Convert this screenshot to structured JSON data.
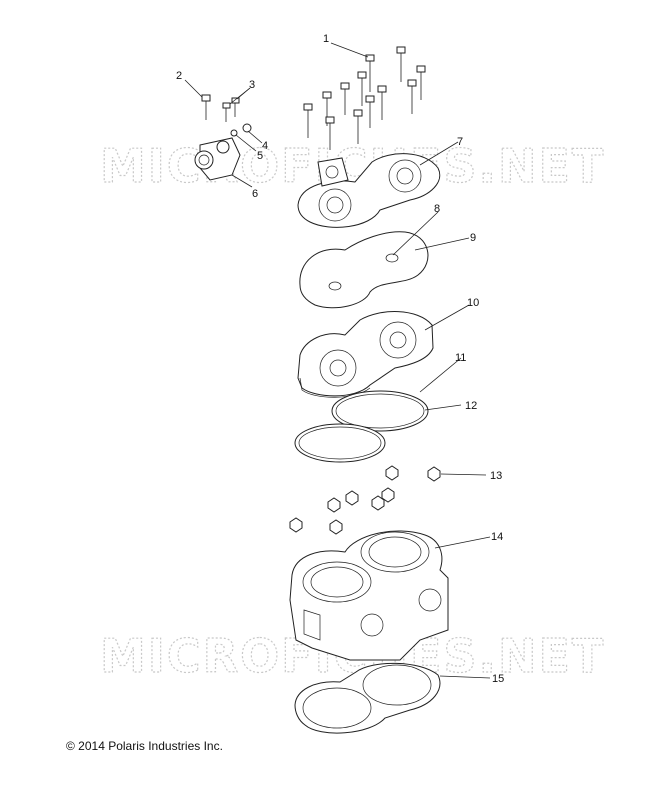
{
  "watermark": "MICROFICHES.NET",
  "copyright": "© 2014 Polaris Industries Inc.",
  "callouts": [
    "1",
    "2",
    "3",
    "4",
    "5",
    "6",
    "7",
    "8",
    "9",
    "10",
    "11",
    "12",
    "13",
    "14",
    "15"
  ]
}
